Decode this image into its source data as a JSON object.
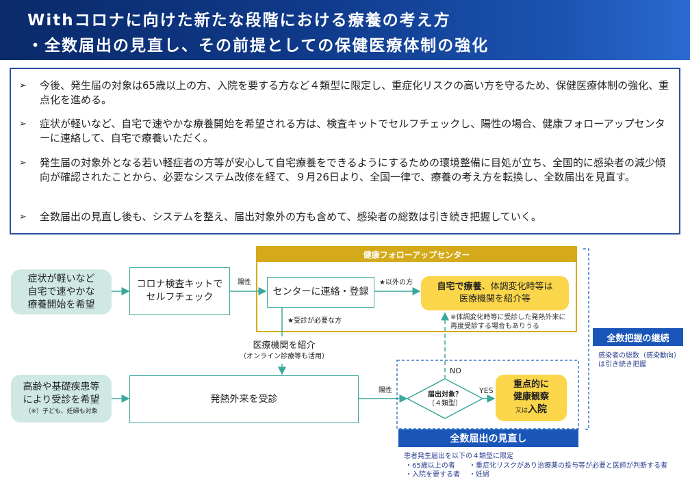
{
  "header": {
    "line1": "Withコロナに向けた新たな段階における療養の考え方",
    "line2": "・全数届出の見直し、その前提としての保健医療体制の強化"
  },
  "bullets": [
    {
      "marker": "➢",
      "text": "今後、発生届の対象は65歳以上の方、入院を要する方など４類型に限定し、重症化リスクの高い方を守るため、保健医療体制の強化、重点化を進める。"
    },
    {
      "marker": "➢",
      "text": "症状が軽いなど、自宅で速やかな療養開始を希望される方は、検査キットでセルフチェックし、陽性の場合、健康フォローアップセンターに連絡して、自宅で療養いただく。"
    },
    {
      "marker": "➢",
      "text": "発生届の対象外となる若い軽症者の方等が安心して自宅療養をできるようにするための環境整備に目処が立ち、全国的に感染者の減少傾向が確認されたことから、必要なシステム改修を経て、９月26日より、全国一律で、療養の考え方を転換し、全数届出を見直す。"
    },
    {
      "marker": "➢",
      "text": "全数届出の見直し後も、システムを整え、届出対象外の方も含めて、感染者の総数は引き続き把握していく。"
    }
  ],
  "diagram": {
    "followup_center_title": "健康フォローアップセンター",
    "mild_pill": [
      "症状が軽いなど",
      "自宅で速やかな",
      "療養開始を希望"
    ],
    "kit_box": [
      "コロナ検査キットで",
      "セルフチェック"
    ],
    "positive_label": "陽性",
    "center_contact": "センターに連絡・登録",
    "other_label": "★以外の方",
    "home_care": {
      "bold": "自宅で療養",
      "rest": "、体調変化時等は",
      "line2": "医療機関を紹介等"
    },
    "home_note": [
      "※体調変化時等に受診した発熱外来に",
      "再度受診する場合もありうる"
    ],
    "needs_visit_label": "★受診が必要な方",
    "refer": "医療機関を紹介",
    "refer_sub": "（オンライン診療等も活用）",
    "elderly_pill": [
      "高齢や基礎疾患等",
      "により受診を希望"
    ],
    "elderly_sub": "（※）子ども、妊婦も対象",
    "fever_clinic": "発熱外来を受診",
    "positive_label2": "陽性",
    "no_label": "NO",
    "yes_label": "YES",
    "diamond": [
      "届出対象？",
      "（４類型）"
    ],
    "intensive": [
      "重点的に",
      "健康観察"
    ],
    "intensive_small": "又は",
    "intensive_big": "入院",
    "review_tag": "全数届出の見直し",
    "continue_tag": "全数把握の継続",
    "continue_note": [
      "感染者の総数（感染動向）",
      "は引き続き把握"
    ],
    "criteria_title": "患者発生届出を以下の４類型に限定",
    "criteria": [
      "・65歳以上の者",
      "・重症化リスクがあり治療薬の投与等が必要と医師が判断する者",
      "・入院を要する者",
      "・妊婦"
    ]
  },
  "colors": {
    "header_navy": "#0f3a8a",
    "teal": "#3aa89a",
    "gold": "#d4aa1a",
    "yellow_fill": "#fbd64a",
    "blue_tag": "#1a56b8"
  }
}
